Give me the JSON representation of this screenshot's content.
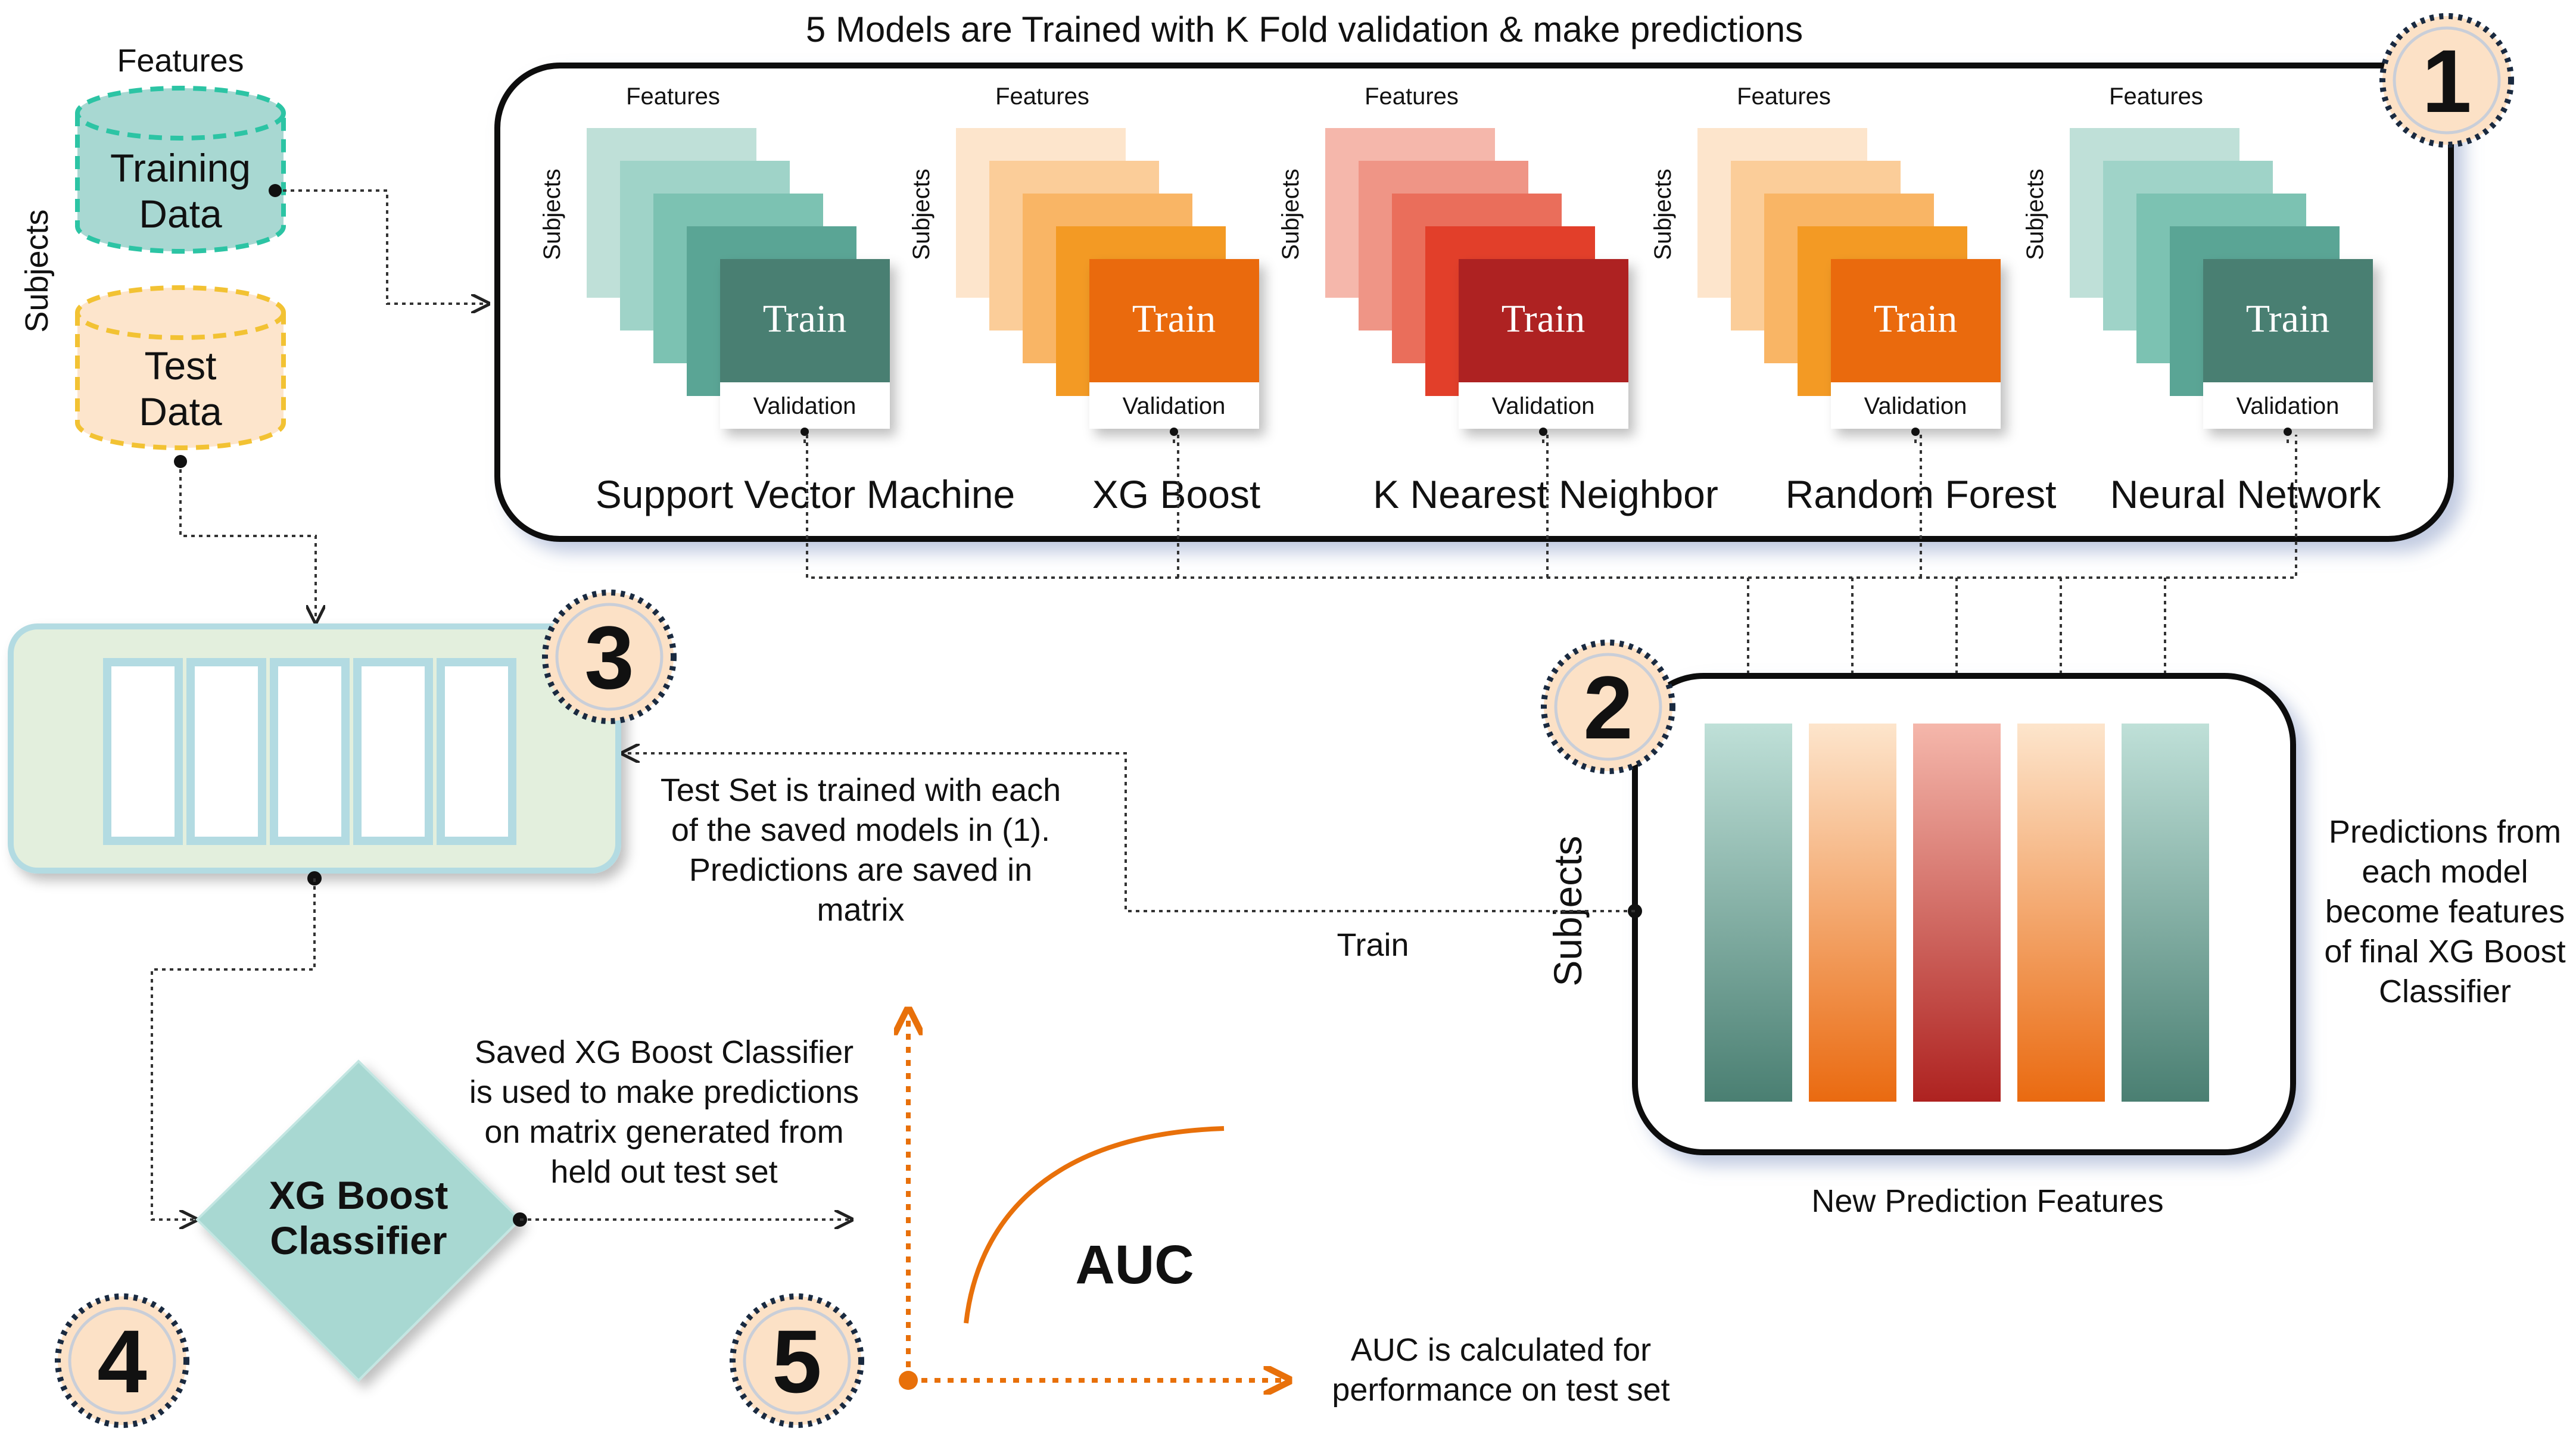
{
  "top_caption": "5 Models are Trained with K Fold validation & make predictions",
  "databases": {
    "features_label": "Features",
    "subjects_label": "Subjects",
    "training": {
      "line1": "Training",
      "line2": "Data"
    },
    "test": {
      "line1": "Test",
      "line2": "Data"
    }
  },
  "models": [
    {
      "name": "Support Vector Machine",
      "features": "Features",
      "subjects": "Subjects",
      "train": "Train",
      "validation": "Validation",
      "colors": [
        "#bfe0d8",
        "#9fd3c8",
        "#7cc2b2",
        "#5aa595",
        "#4a7f72"
      ]
    },
    {
      "name": "XG Boost",
      "features": "Features",
      "subjects": "Subjects",
      "train": "Train",
      "validation": "Validation",
      "colors": [
        "#fde5cc",
        "#fbcd99",
        "#f9b565",
        "#f39a24",
        "#ea6a10"
      ]
    },
    {
      "name": "K Nearest Neighbor",
      "features": "Features",
      "subjects": "Subjects",
      "train": "Train",
      "validation": "Validation",
      "colors": [
        "#f5b7ab",
        "#ef9586",
        "#ea6e5b",
        "#e23f2a",
        "#ae2220"
      ]
    },
    {
      "name": "Random Forest",
      "features": "Features",
      "subjects": "Subjects",
      "train": "Train",
      "validation": "Validation",
      "colors": [
        "#fde5cc",
        "#fbcd99",
        "#f9b565",
        "#f39a24",
        "#ea6a10"
      ]
    },
    {
      "name": "Neural Network",
      "features": "Features",
      "subjects": "Subjects",
      "train": "Train",
      "validation": "Validation",
      "colors": [
        "#bfe0d8",
        "#9fd3c8",
        "#7cc2b2",
        "#5aa595",
        "#4a7f72"
      ]
    }
  ],
  "steps": [
    "1",
    "2",
    "3",
    "4",
    "5"
  ],
  "matrix_text": [
    "Test Set is trained with each",
    "of the saved models in (1).",
    "Predictions are saved in",
    "matrix"
  ],
  "train_label": "Train",
  "subjects_label_2": "Subjects",
  "prediction_features_label": "New Prediction Features",
  "predictions_text": [
    "Predictions from",
    "each model",
    "become features",
    "of final XG Boost",
    "Classifier"
  ],
  "prediction_bars": [
    {
      "top": "#bfe0d8",
      "bottom": "#4a7f72"
    },
    {
      "top": "#fde5cc",
      "bottom": "#ea6a10"
    },
    {
      "top": "#f5b7ab",
      "bottom": "#ae2220"
    },
    {
      "top": "#fde5cc",
      "bottom": "#ea6a10"
    },
    {
      "top": "#bfe0d8",
      "bottom": "#4a7f72"
    }
  ],
  "classifier": {
    "line1": "XG Boost",
    "line2": "Classifier"
  },
  "classifier_text": [
    "Saved XG Boost Classifier",
    "is used to make predictions",
    "on matrix generated from",
    "held out test set"
  ],
  "auc_label": "AUC",
  "auc_text": [
    "AUC is calculated for",
    "performance on test set"
  ],
  "colors": {
    "teal": "#a8d8d2",
    "teal_border": "#2cc4a4",
    "peach": "#fde5cc",
    "orange_border": "#f2c233",
    "accent_orange": "#e8700a",
    "matrix_fill": "#e3efdd",
    "matrix_border": "#b3dbe2",
    "diamond": "#a8d8d2",
    "step_fill": "#fce1c6",
    "step_ring": "#1a2a40"
  }
}
